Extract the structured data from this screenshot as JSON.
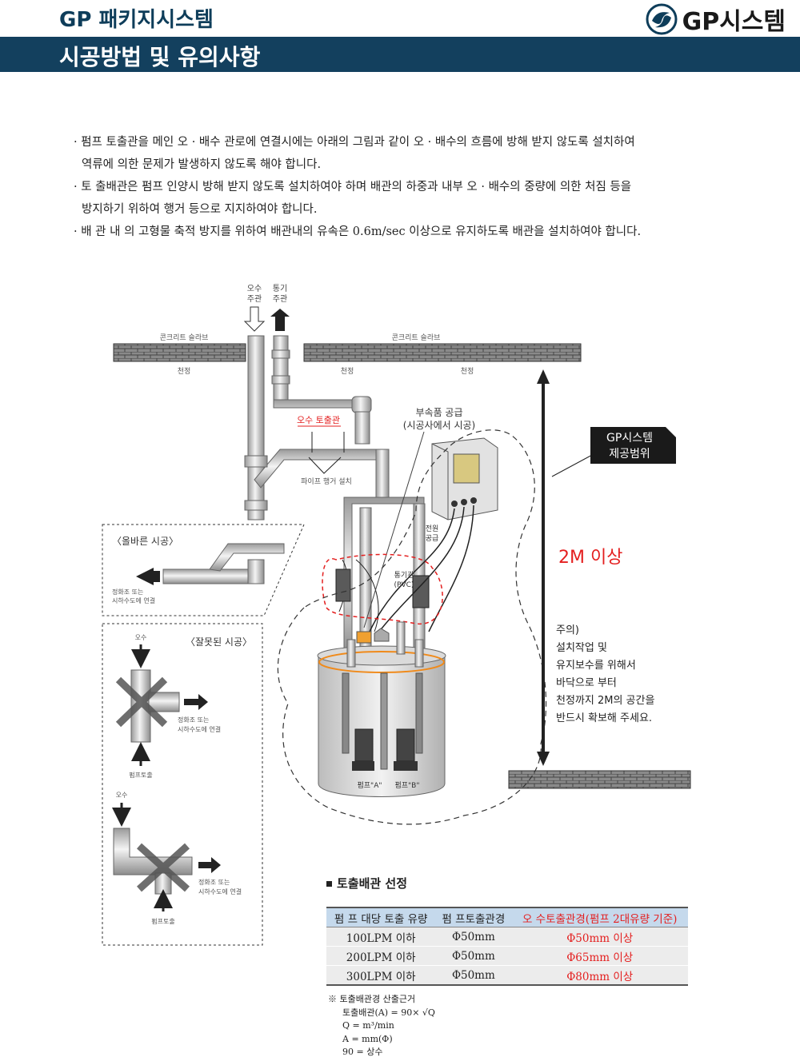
{
  "header": {
    "product": "GP 패키지시스템",
    "brand": "GP시스템",
    "section_title": "시공방법 및 유의사항"
  },
  "notes": [
    "· 펌프 토출관을 메인 오 · 배수 관로에 연결시에는 아래의 그림과 같이 오 · 배수의 흐름에 방해 받지 않도록 설치하여",
    "역류에 의한 문제가 발생하지 않도록 해야 합니다.",
    "· 토 출배관은 펌프 인양시 방해 받지 않도록 설치하여야 하며 배관의 하중과 내부 오 · 배수의 중량에 의한 처짐 등을",
    "방지하기 위하여 행거 등으로 지지하여야 합니다.",
    "· 배 관 내 의 고형물 축적 방지를 위하여 배관내의 유속은 0.6m/sec 이상으로 유지하도록 배관을 설치하여야 합니다."
  ],
  "diagram": {
    "sewage_main": [
      "오수",
      "주관"
    ],
    "vent_main": [
      "통기",
      "주관"
    ],
    "concrete_slab": "콘크리트 슬라브",
    "ceiling": "천정",
    "sewage_discharge_pipe": "오수 토출관",
    "pipe_hanger": "파이프 행거 설치",
    "accessories_supply": [
      "부속품 공급",
      "(시공사에서 시공)"
    ],
    "gp_scope": [
      "GP시스템",
      "제공범위"
    ],
    "power_supply": [
      "전원",
      "공급"
    ],
    "vent_pipe": [
      "통기관",
      "(PVC)"
    ],
    "clearance": "2M 이상",
    "caution": [
      "주의)",
      "설치작업 및",
      "유지보수를 위해서",
      "바닥으로 부터",
      "천정까지 2M의 공간을",
      "반드시 확보해 주세요."
    ],
    "pump_a": "펌프\"A\"",
    "pump_b": "펌프\"B\"",
    "correct_install": "〈올바른 시공〉",
    "wrong_install": "〈잘못된 시공〉",
    "to_septic": [
      "정화조 또는",
      "시하수도에 연결"
    ],
    "sewage": "오수",
    "pump_discharge": "펌프토출"
  },
  "table": {
    "title": "토출배관 선정",
    "headers": [
      "펌 프 대당 토출 유량",
      "펌 프토출관경",
      "오 수토출관경(펌프 2대유량 기준)"
    ],
    "rows": [
      [
        "100LPM 이하",
        "Φ50mm",
        "Φ50mm 이상"
      ],
      [
        "200LPM 이하",
        "Φ50mm",
        "Φ65mm 이상"
      ],
      [
        "300LPM 이하",
        "Φ50mm",
        "Φ80mm 이상"
      ]
    ]
  },
  "calc": {
    "title": "※  토출배관경 산출근거",
    "lines": [
      "토출배관(A) = 90× √Q",
      "Q = m³/min",
      "A = mm(Φ)",
      "90 = 상수"
    ]
  },
  "colors": {
    "header_bar": "#13405e",
    "accent_red": "#e41f1f",
    "table_header": "#c5d9ec"
  }
}
